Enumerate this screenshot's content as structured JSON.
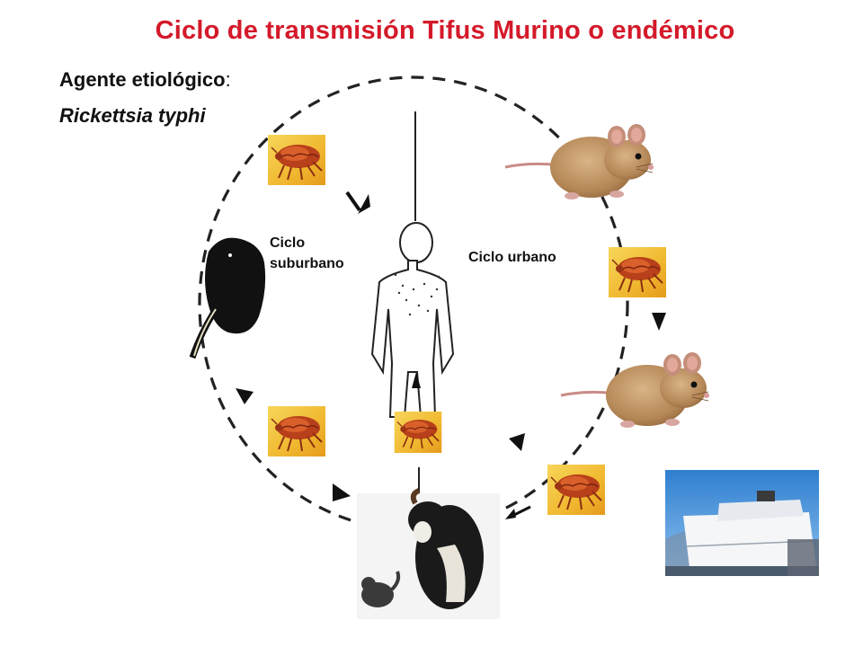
{
  "title": "Ciclo de transmisión Tifus Murino o endémico",
  "agent": {
    "label": "Agente etiológico",
    "colon": ":",
    "name": "Rickettsia typhi"
  },
  "cycles": {
    "suburban": "Ciclo suburbano",
    "urban": "Ciclo urbano"
  },
  "colors": {
    "title": "#d41a2a",
    "flea_bg": "#f2c23a",
    "flea_body": "#b8401a",
    "mouse": "#b98e5f",
    "dashed_line": "#222222"
  },
  "icons": [
    "flea-icon",
    "mouse-icon",
    "opossum-icon",
    "human-figure-icon",
    "dog-cat-photo",
    "ship-photo",
    "arrow-icon"
  ]
}
